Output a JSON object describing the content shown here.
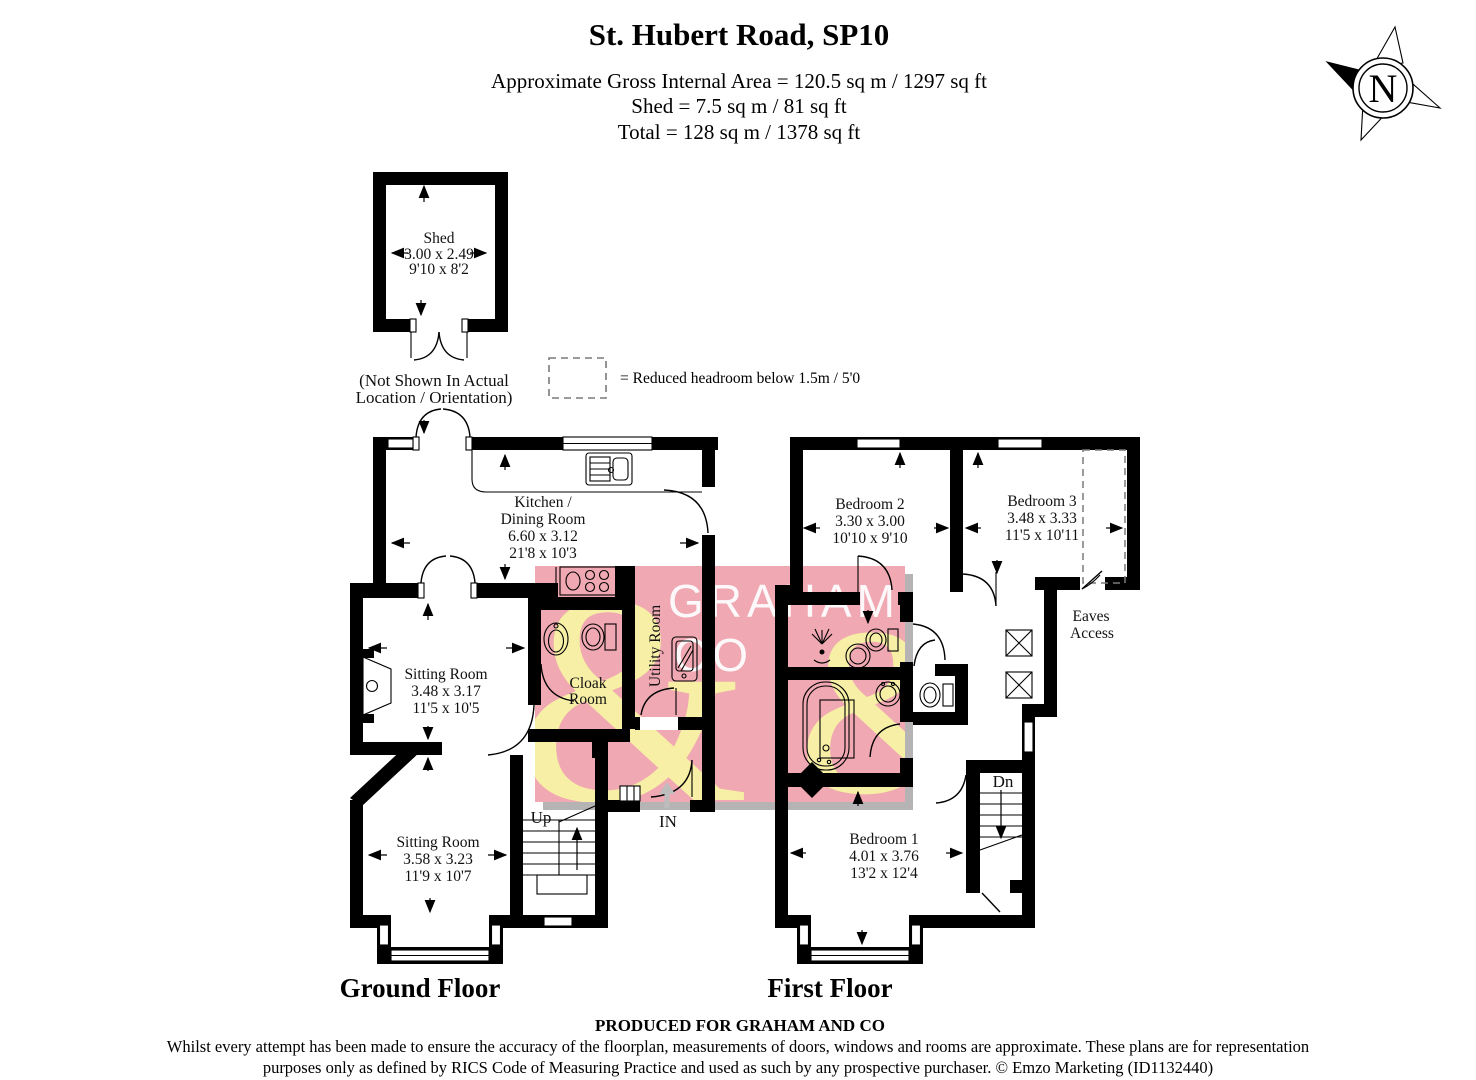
{
  "header": {
    "title": "St. Hubert Road, SP10",
    "area_line1": "Approximate Gross Internal Area = 120.5 sq m / 1297 sq ft",
    "area_line2": "Shed = 7.5 sq m / 81 sq ft",
    "area_line3": "Total = 128 sq m / 1378 sq ft"
  },
  "compass": {
    "label": "N"
  },
  "legend": {
    "text": "=  Reduced headroom below 1.5m / 5'0"
  },
  "shed": {
    "title": "Shed",
    "dims_metric": "3.00 x 2.49",
    "dims_imperial": "9'10 x 8'2",
    "note_line1": "(Not Shown In Actual",
    "note_line2": "Location / Orientation)"
  },
  "watermark": {
    "brand_line1": "GRAHAM",
    "brand_line2": "CO",
    "ampersand": "&",
    "pink": "#f0a8b2",
    "yellow": "#f6efa5",
    "shadow_gray": "#b6b3b4"
  },
  "ground_floor": {
    "label": "Ground Floor",
    "kitchen": {
      "line1": "Kitchen /",
      "line2": "Dining Room",
      "dims_metric": "6.60 x 3.12",
      "dims_imperial": "21'8 x 10'3"
    },
    "sitting_room_1": {
      "name": "Sitting Room",
      "dims_metric": "3.48 x 3.17",
      "dims_imperial": "11'5 x 10'5"
    },
    "sitting_room_2": {
      "name": "Sitting Room",
      "dims_metric": "3.58 x 3.23",
      "dims_imperial": "11'9 x 10'7"
    },
    "cloak_room": {
      "line1": "Cloak",
      "line2": "Room"
    },
    "utility_room": {
      "name": "Utility Room"
    },
    "stairs_label": "Up",
    "entrance_label": "IN"
  },
  "first_floor": {
    "label": "First Floor",
    "bedroom_1": {
      "name": "Bedroom 1",
      "dims_metric": "4.01 x 3.76",
      "dims_imperial": "13'2 x 12'4"
    },
    "bedroom_2": {
      "name": "Bedroom 2",
      "dims_metric": "3.30 x 3.00",
      "dims_imperial": "10'10 x 9'10"
    },
    "bedroom_3": {
      "name": "Bedroom 3",
      "dims_metric": "3.48 x 3.33",
      "dims_imperial": "11'5 x 10'11"
    },
    "eaves": {
      "line1": "Eaves",
      "line2": "Access"
    },
    "stairs_label": "Dn"
  },
  "footer": {
    "produced_for": "PRODUCED FOR GRAHAM AND CO",
    "disclaimer_line1": "Whilst every attempt has been made to ensure the accuracy of the floorplan, measurements of doors, windows and rooms are approximate. These plans are for representation",
    "disclaimer_line2": "purposes only as defined by RICS Code of Measuring Practice and used as such by any prospective purchaser. © Emzo Marketing (ID1132440)"
  }
}
